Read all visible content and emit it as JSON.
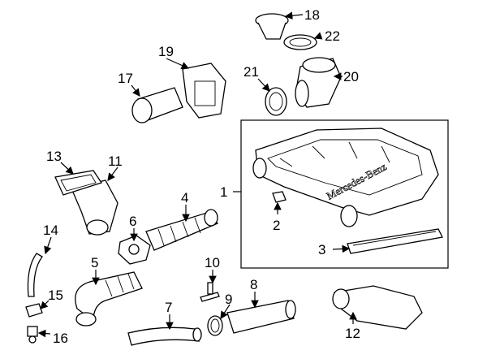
{
  "diagram": {
    "type": "exploded parts diagram",
    "callouts": {
      "p1": "1",
      "p2": "2",
      "p3": "3",
      "p4": "4",
      "p5": "5",
      "p6": "6",
      "p7": "7",
      "p8": "8",
      "p9": "9",
      "p10": "10",
      "p11": "11",
      "p12": "12",
      "p13": "13",
      "p14": "14",
      "p15": "15",
      "p16": "16",
      "p17": "17",
      "p18": "18",
      "p19": "19",
      "p20": "20",
      "p21": "21",
      "p22": "22"
    },
    "housing_lettering": "Mercedes-Benz",
    "colors": {
      "line": "#000000",
      "background": "#ffffff"
    }
  }
}
